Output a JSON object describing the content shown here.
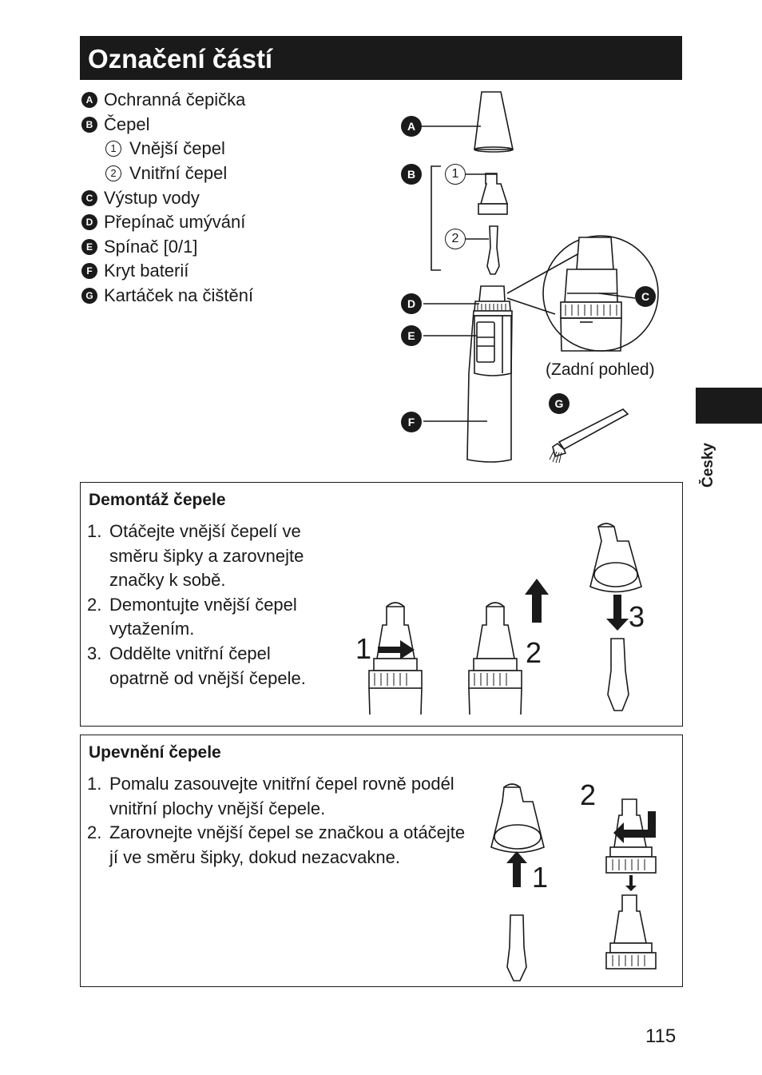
{
  "header": {
    "title": "Označení částí"
  },
  "parts": [
    {
      "marker": "A",
      "label": "Ochranná čepička"
    },
    {
      "marker": "B",
      "label": "Čepel"
    },
    {
      "marker": "1",
      "label": "Vnější čepel"
    },
    {
      "marker": "2",
      "label": "Vnitřní čepel"
    },
    {
      "marker": "C",
      "label": "Výstup vody"
    },
    {
      "marker": "D",
      "label": "Přepínač umývání"
    },
    {
      "marker": "E",
      "label": "Spínač [0/1]"
    },
    {
      "marker": "F",
      "label": "Kryt baterií"
    },
    {
      "marker": "G",
      "label": "Kartáček na čištění"
    }
  ],
  "diagram": {
    "callouts": [
      "A",
      "B",
      "1",
      "2",
      "C",
      "D",
      "E",
      "F",
      "G"
    ],
    "rear_view_label": "(Zadní pohled)"
  },
  "side_tab": {
    "language": "Česky"
  },
  "disassembly": {
    "title": "Demontáž čepele",
    "steps": [
      {
        "num": "1.",
        "text": "Otáčejte vnější čepelí ve směru šipky a zarovnejte značky k sobě."
      },
      {
        "num": "2.",
        "text": "Demontujte vnější čepel vytažením."
      },
      {
        "num": "3.",
        "text": "Oddělte vnitřní čepel opatrně od vnější čepele."
      }
    ],
    "figure_numbers": [
      "1",
      "2",
      "3"
    ]
  },
  "assembly": {
    "title": "Upevnění čepele",
    "steps": [
      {
        "num": "1.",
        "text": "Pomalu zasouvejte vnitřní čepel rovně podél vnitřní plochy vnější čepele."
      },
      {
        "num": "2.",
        "text": "Zarovnejte vnější čepel se značkou a otáčejte jí ve směru šipky, dokud nezacvakne."
      }
    ],
    "figure_numbers": [
      "1",
      "2"
    ]
  },
  "footer": {
    "page_number": "115"
  }
}
